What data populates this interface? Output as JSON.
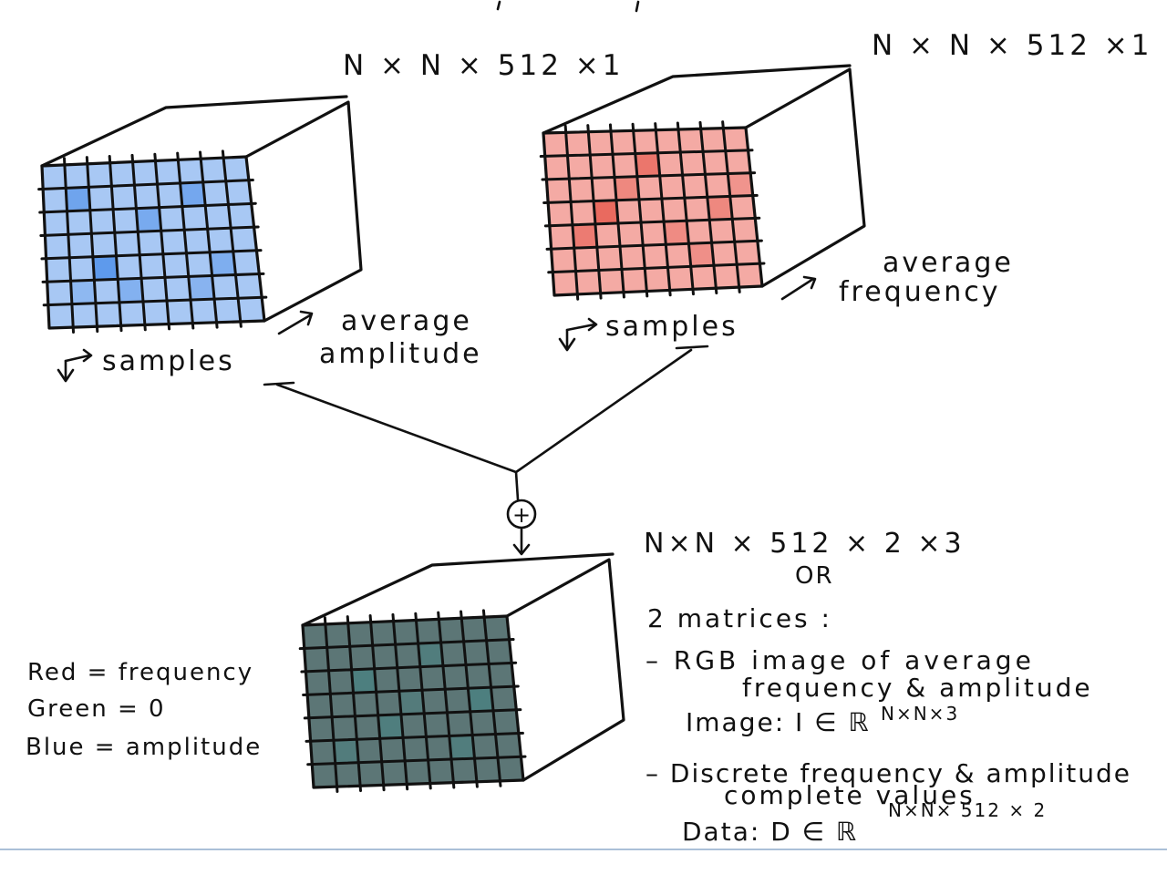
{
  "cubes": {
    "amplitude": {
      "dims": "N × N × 512 ×1",
      "samples_label": "samples",
      "axis_label_line1": "average",
      "axis_label_line2": "amplitude",
      "face_color": "#a8c8f4",
      "accent_color": "#3f86e8"
    },
    "frequency": {
      "dims": "N × N × 512 ×1",
      "samples_label": "samples",
      "axis_label_line1": "average",
      "axis_label_line2": "frequency",
      "face_color": "#f4aaa4",
      "accent_color": "#e55448"
    },
    "combined": {
      "dims": "N×N × 512 × 2 ×3",
      "face_color": "#5c7676",
      "accent_color": "#3c8c8c"
    }
  },
  "combine_symbol": "+",
  "legend": {
    "red": "Red  = frequency",
    "green": "Green = 0",
    "blue": "Blue = amplitude"
  },
  "notes": {
    "or": "OR",
    "two_matrices": "2 matrices :",
    "item1_line1": "– RGB image of average",
    "item1_line2": "frequency & amplitude",
    "image_formula": "Image: I ∈ ℝ",
    "image_exponent": "N×N×3",
    "item2_line1": "– Discrete frequency & amplitude",
    "item2_line2": "complete values",
    "data_formula": "Data: D ∈ ℝ",
    "data_exponent": "N×N× 512 × 2"
  }
}
